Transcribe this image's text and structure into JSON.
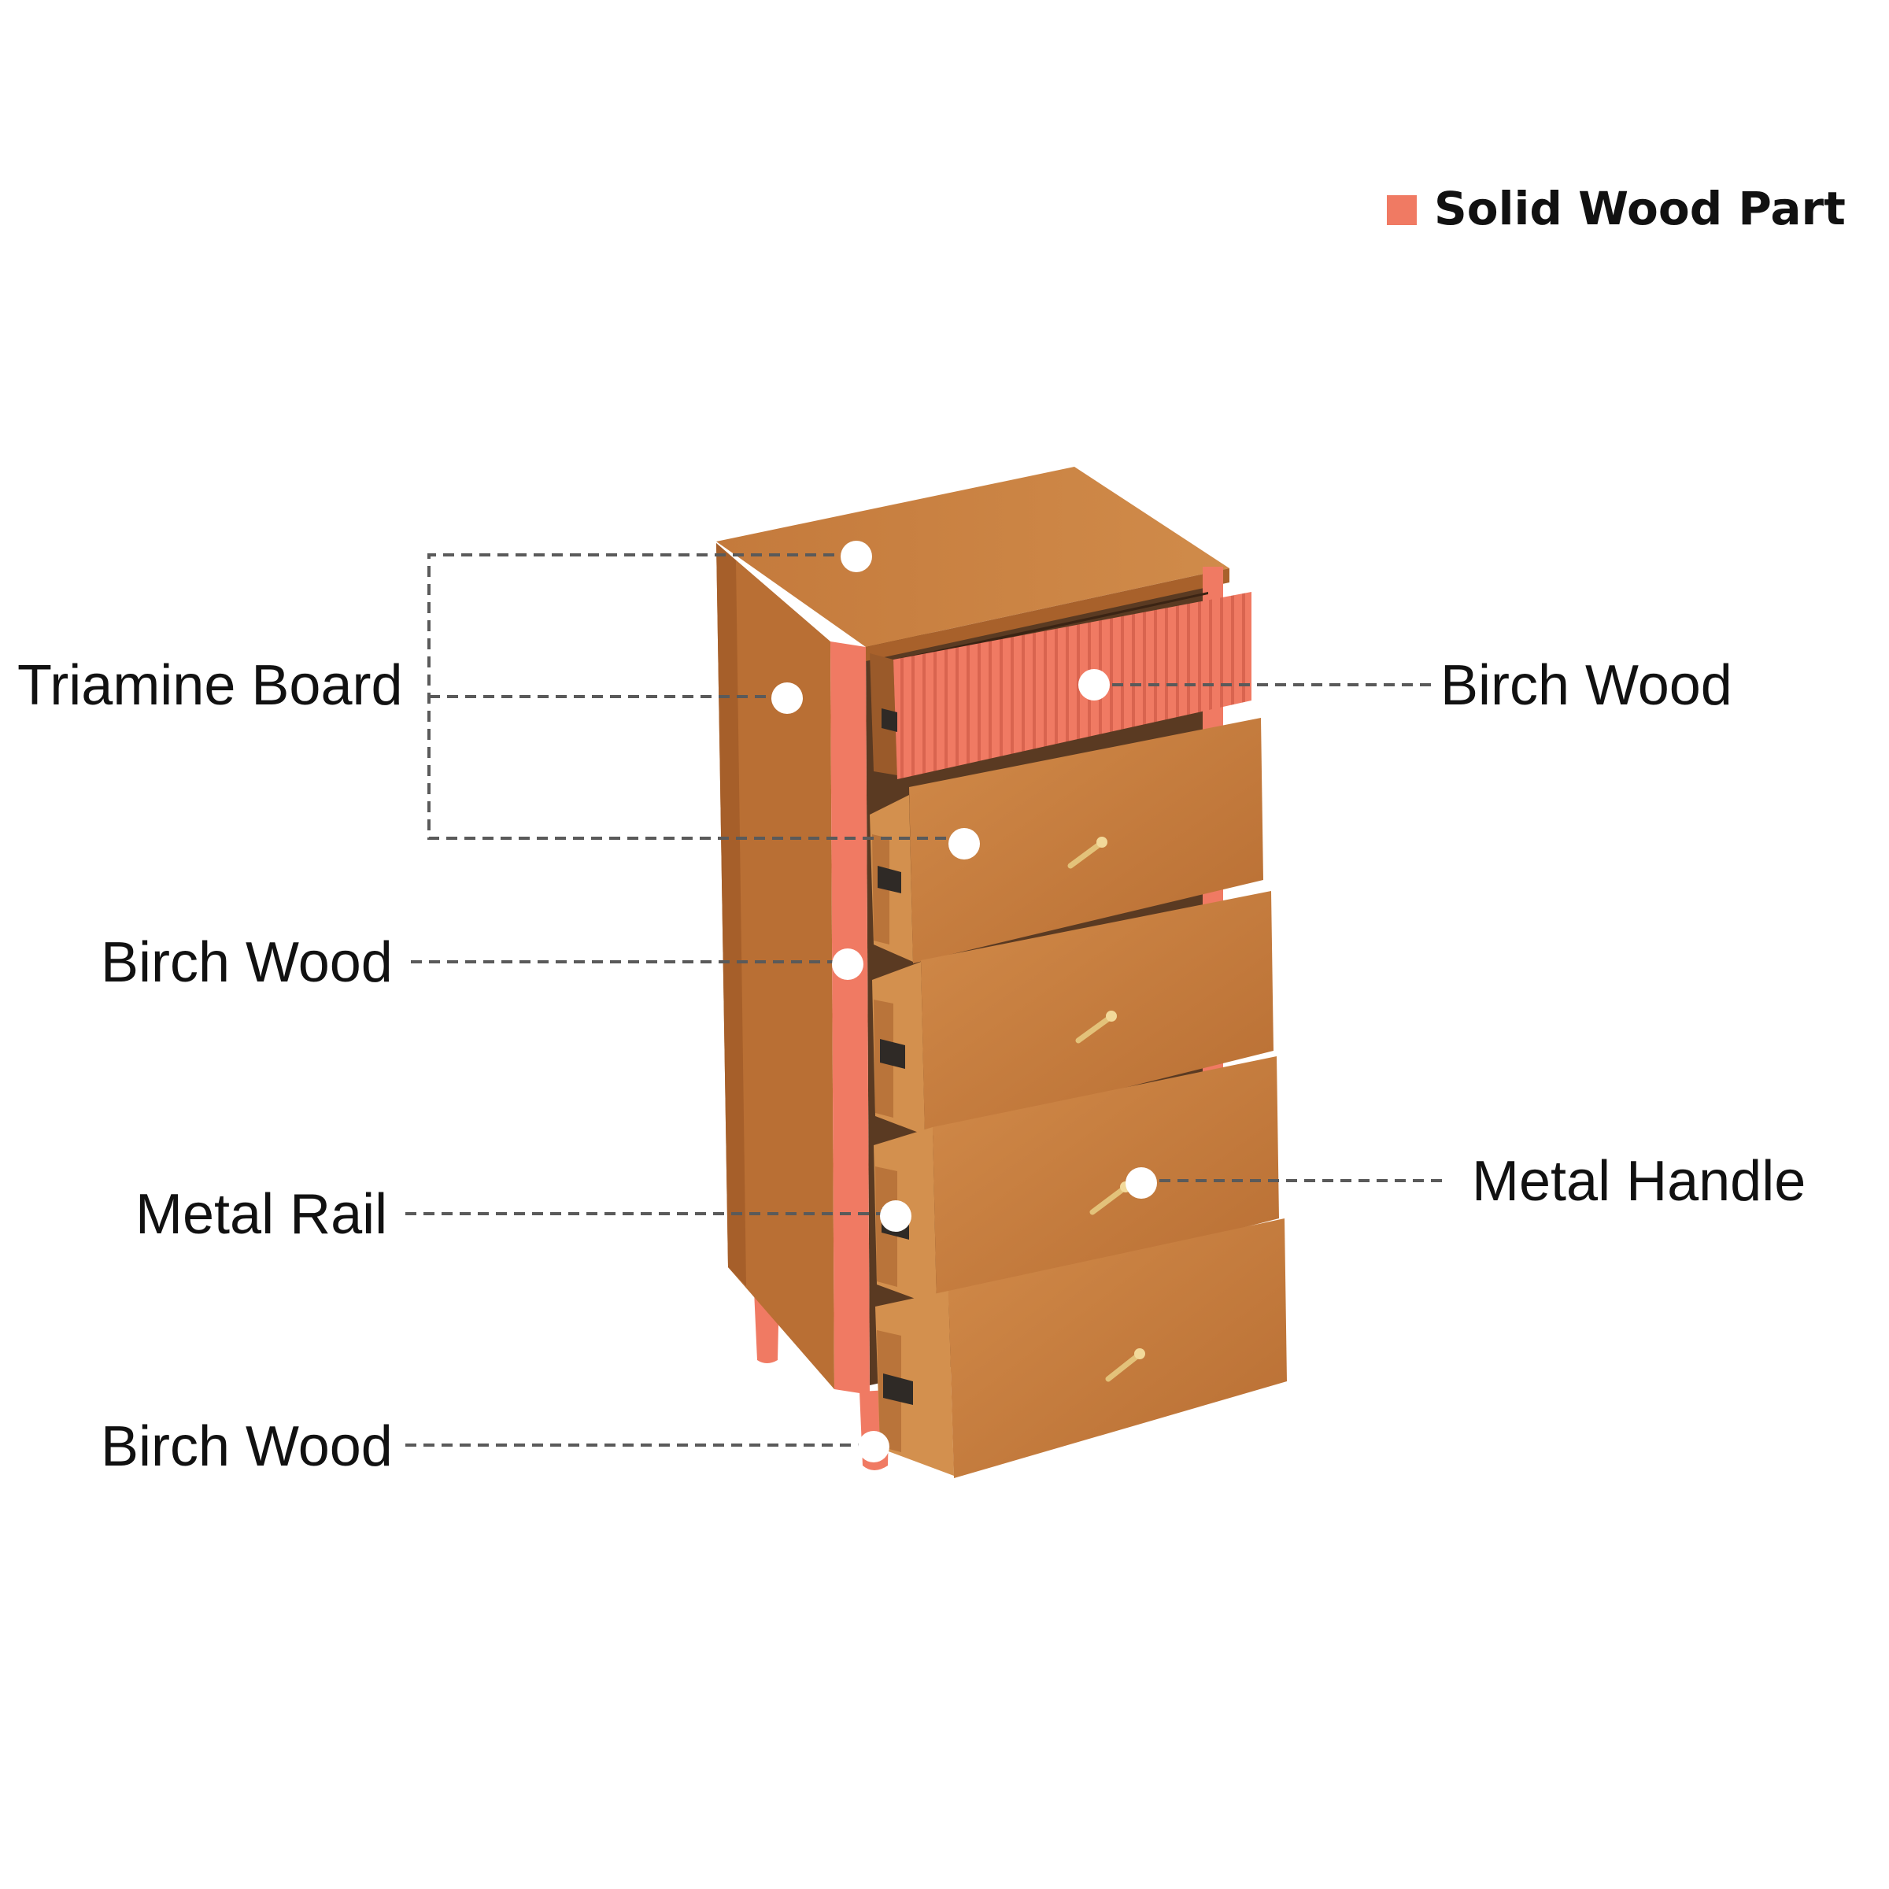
{
  "legend": {
    "label": "Solid Wood Part",
    "swatch_color": "#f07a63"
  },
  "callouts": {
    "triamine_board": "Triamine Board",
    "birch_wood_top_drawer": "Birch Wood",
    "birch_wood_side": "Birch Wood",
    "metal_rail": "Metal Rail",
    "metal_handle": "Metal Handle",
    "birch_wood_leg": "Birch Wood"
  },
  "colors": {
    "wood": "#c4783a",
    "wood_dark": "#a35f2a",
    "wood_light": "#d48e4c",
    "solid_wood": "#f07a63",
    "handle": "#e3c27a"
  },
  "product": {
    "drawer_count": 5,
    "icon": "chest-of-drawers-icon"
  }
}
